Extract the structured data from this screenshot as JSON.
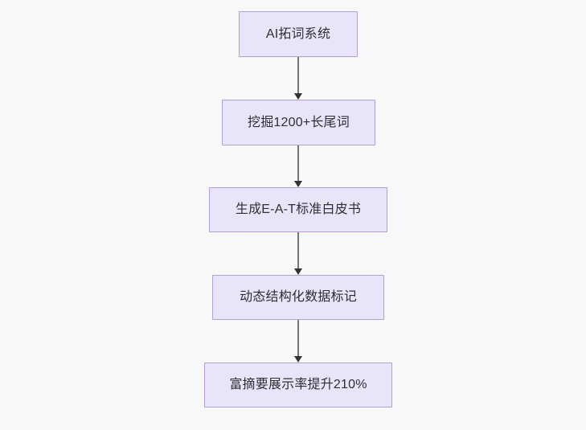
{
  "diagram": {
    "type": "flowchart",
    "direction": "top-to-bottom",
    "background_color": "#f8f8f8",
    "node_fill_color": "#e8e4fa",
    "node_border_color": "#b39ddb",
    "node_text_color": "#2f2f33",
    "edge_color": "#767676",
    "arrowhead_color": "#333333",
    "nodes": [
      {
        "id": "n1",
        "label": "AI拓词系统"
      },
      {
        "id": "n2",
        "label": "挖掘1200+长尾词"
      },
      {
        "id": "n3",
        "label": "生成E-A-T标准白皮书"
      },
      {
        "id": "n4",
        "label": "动态结构化数据标记"
      },
      {
        "id": "n5",
        "label": "富摘要展示率提升210%"
      }
    ],
    "edges": [
      {
        "from": "n1",
        "to": "n2"
      },
      {
        "from": "n2",
        "to": "n3"
      },
      {
        "from": "n3",
        "to": "n4"
      },
      {
        "from": "n4",
        "to": "n5"
      }
    ]
  }
}
